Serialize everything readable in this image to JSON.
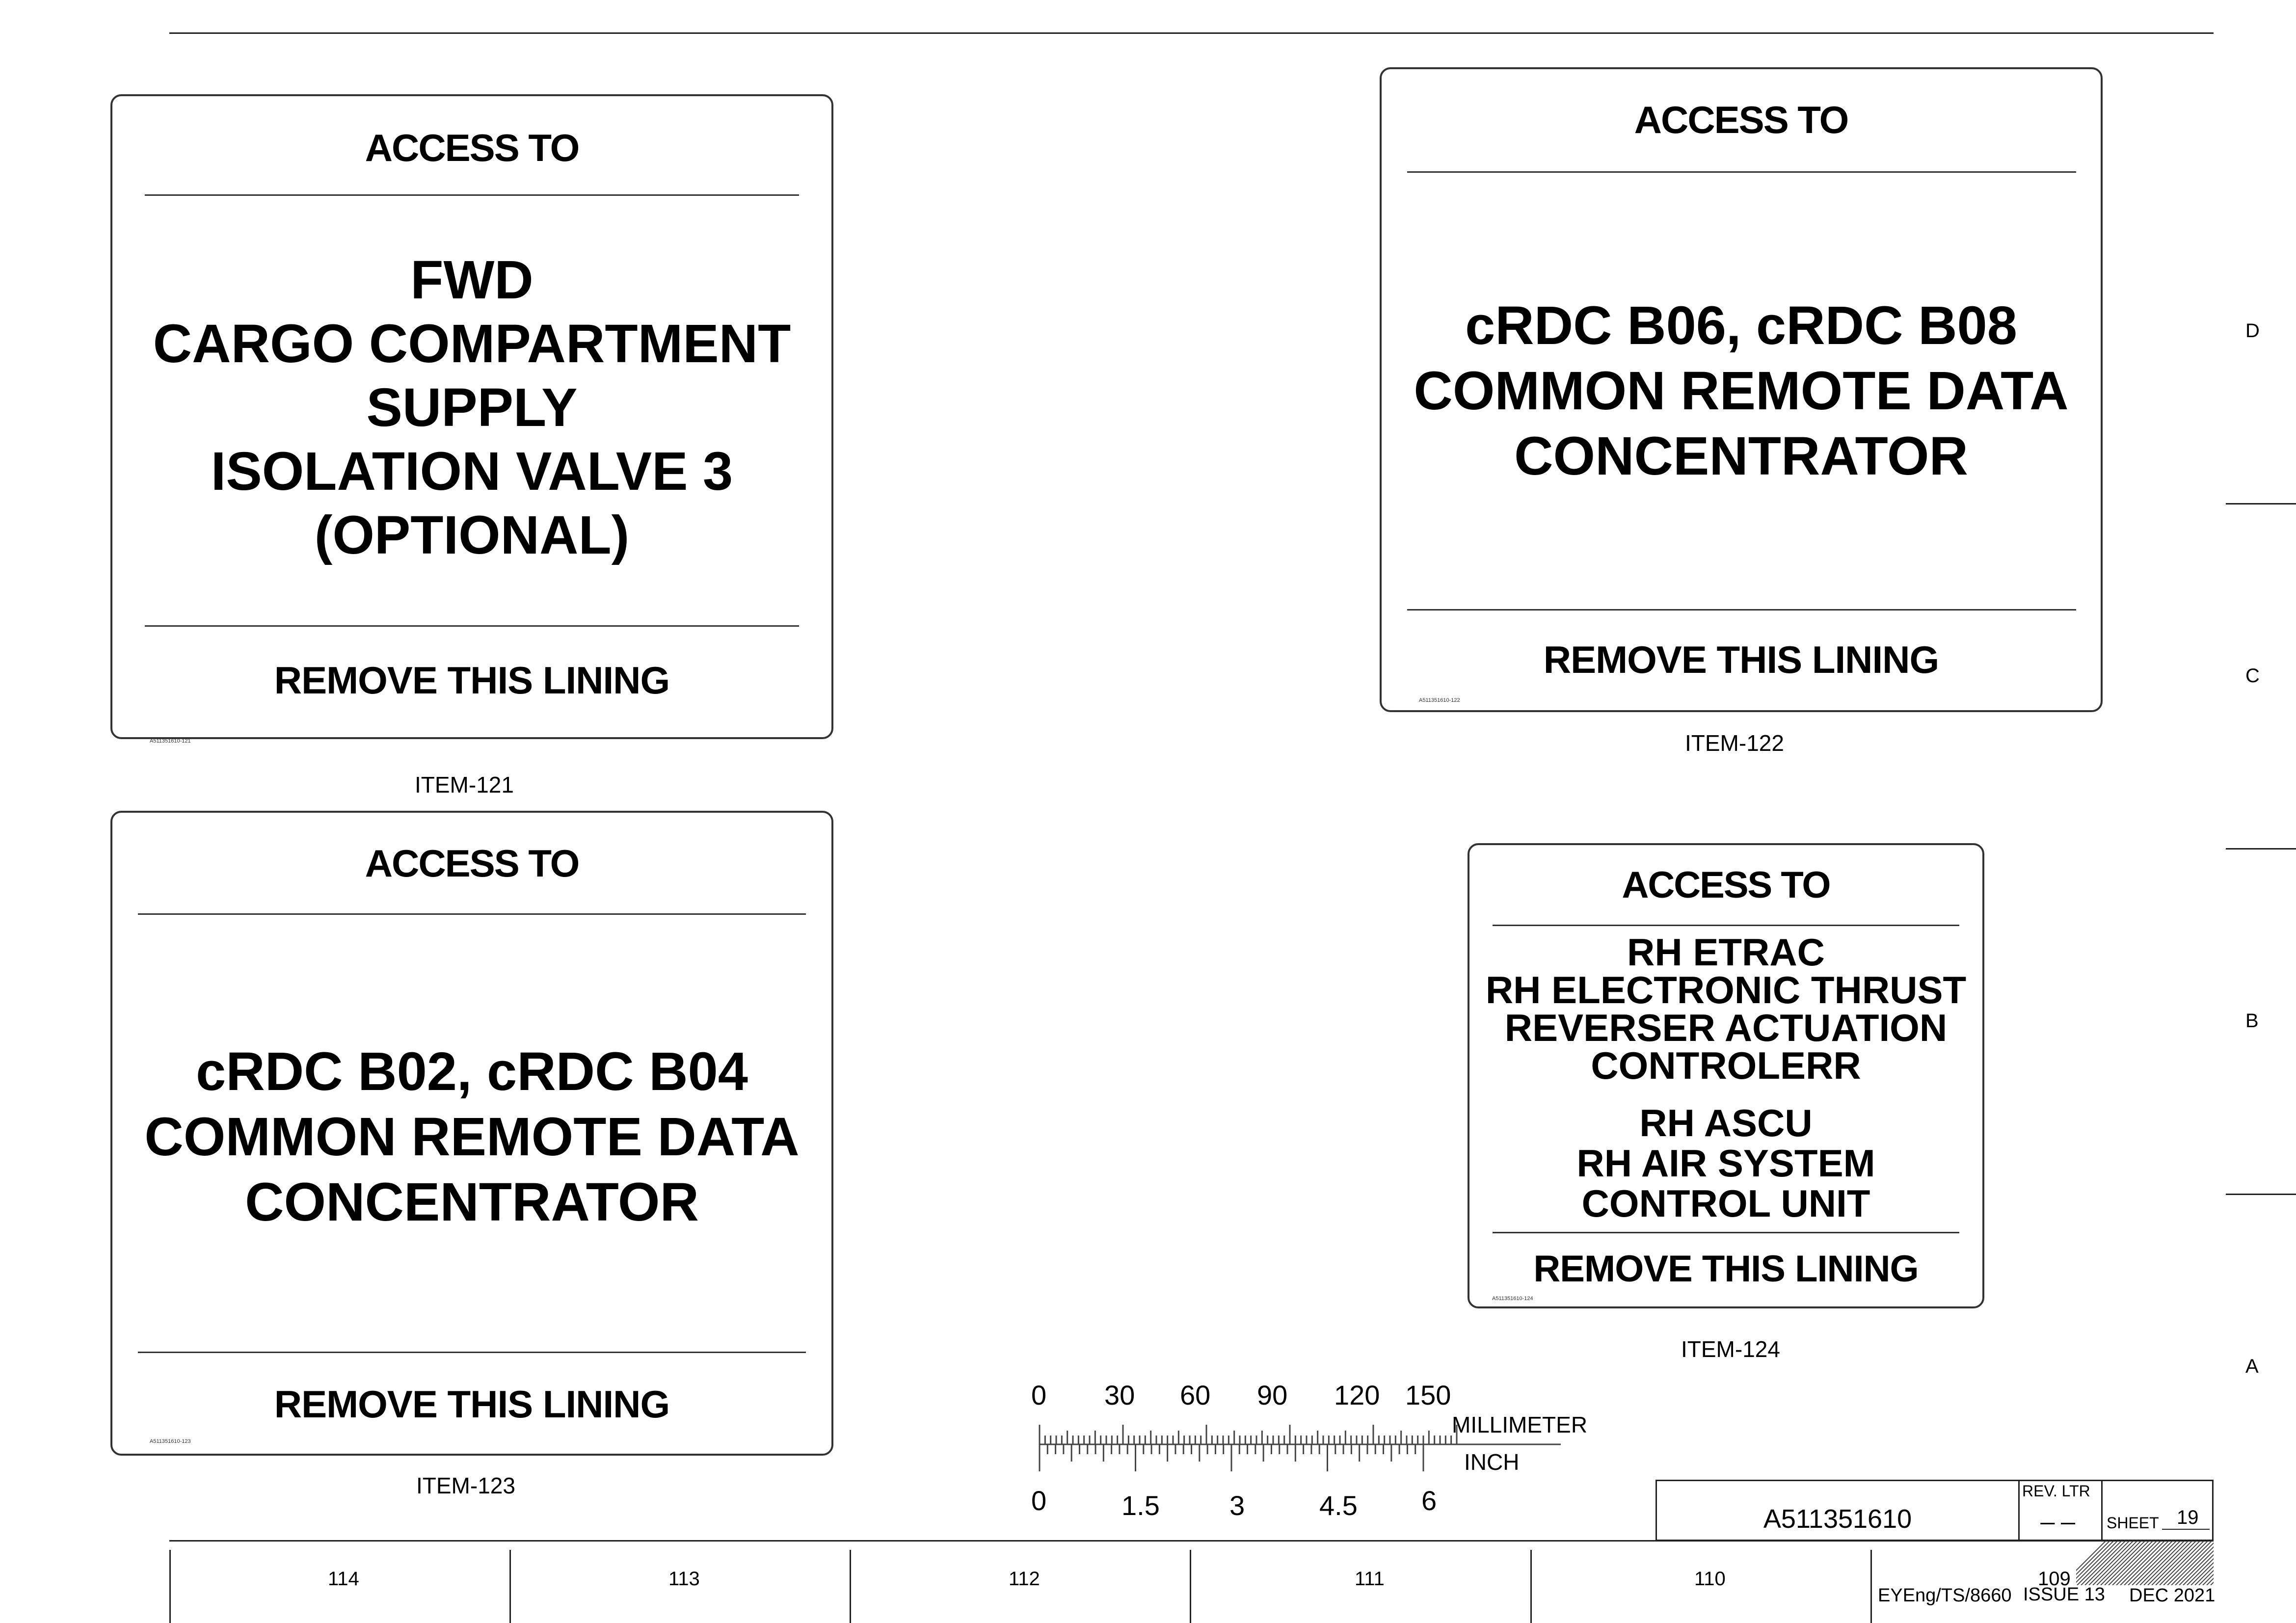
{
  "placards": {
    "p121": {
      "header": "ACCESS TO",
      "lines": [
        "FWD",
        "CARGO COMPARTMENT",
        "SUPPLY",
        "ISOLATION VALVE 3",
        "(OPTIONAL)"
      ],
      "footer": "REMOVE THIS LINING",
      "part_no": "A511351610-121",
      "caption": "ITEM-121"
    },
    "p122": {
      "header": "ACCESS TO",
      "lines": [
        "cRDC B06, cRDC B08",
        "COMMON REMOTE DATA",
        "CONCENTRATOR"
      ],
      "footer": "REMOVE THIS LINING",
      "part_no": "A511351610-122",
      "caption": "ITEM-122"
    },
    "p123": {
      "header": "ACCESS TO",
      "lines": [
        "cRDC B02, cRDC B04",
        "COMMON REMOTE DATA",
        "CONCENTRATOR"
      ],
      "footer": "REMOVE THIS LINING",
      "part_no": "A511351610-123",
      "caption": "ITEM-123"
    },
    "p124": {
      "header": "ACCESS TO",
      "lines_a": [
        "RH ETRAC",
        "RH ELECTRONIC THRUST",
        "REVERSER ACTUATION",
        "CONTROLERR"
      ],
      "lines_b": [
        "RH ASCU",
        "RH AIR SYSTEM",
        "CONTROL UNIT"
      ],
      "footer": "REMOVE THIS LINING",
      "part_no": "A511351610-124",
      "caption": "ITEM-124"
    }
  },
  "scale": {
    "mm_labels": [
      "0",
      "30",
      "60",
      "90",
      "120",
      "150"
    ],
    "mm_unit": "MILLIMETER",
    "inch_labels": [
      "0",
      "1.5",
      "3",
      "4.5",
      "6"
    ],
    "inch_unit": "INCH"
  },
  "zones_right": [
    "D",
    "C",
    "B",
    "A"
  ],
  "zones_bottom": [
    "114",
    "113",
    "112",
    "111",
    "110",
    "109"
  ],
  "title_block": {
    "drawing_no": "A511351610",
    "rev_label": "REV. LTR",
    "rev_value": "_ _",
    "sheet_label": "SHEET",
    "sheet_value": "19",
    "doc_ref": "EYEng/TS/8660",
    "issue": "ISSUE 13",
    "date": "DEC 2021"
  }
}
